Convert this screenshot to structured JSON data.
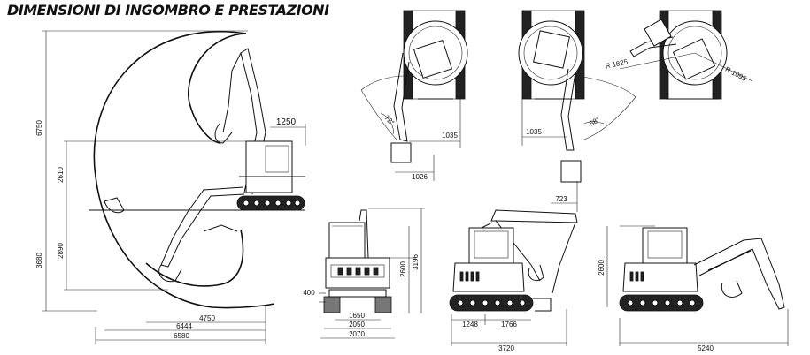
{
  "title": "DIMENSIONI DI INGOMBRO E PRESTAZIONI",
  "side_view": {
    "height_upper": "6750",
    "height_cab": "2610",
    "depth_2890": "2890",
    "depth_3680": "3680",
    "tail_1250": "1250",
    "reach_4750": "4750",
    "reach_6444": "6444",
    "reach_6580": "6580"
  },
  "swing_left": {
    "angle": "72°",
    "offset_1035": "1035",
    "offset_1026": "1026"
  },
  "swing_right": {
    "offset_1035": "1035",
    "angle": "58°",
    "offset_723": "723"
  },
  "radius_view": {
    "r_front": "R 1825",
    "r_rear": "R 1095"
  },
  "front_view": {
    "h_2600": "2600",
    "h_3196": "3196",
    "blade_400": "400",
    "w_1650": "1650",
    "w_2050": "2050",
    "w_2070": "2070"
  },
  "transport_view": {
    "l_1248": "1248",
    "l_1766": "1766",
    "l_3720": "3720"
  },
  "rear_view": {
    "h_2600": "2600",
    "l_5240": "5240"
  }
}
